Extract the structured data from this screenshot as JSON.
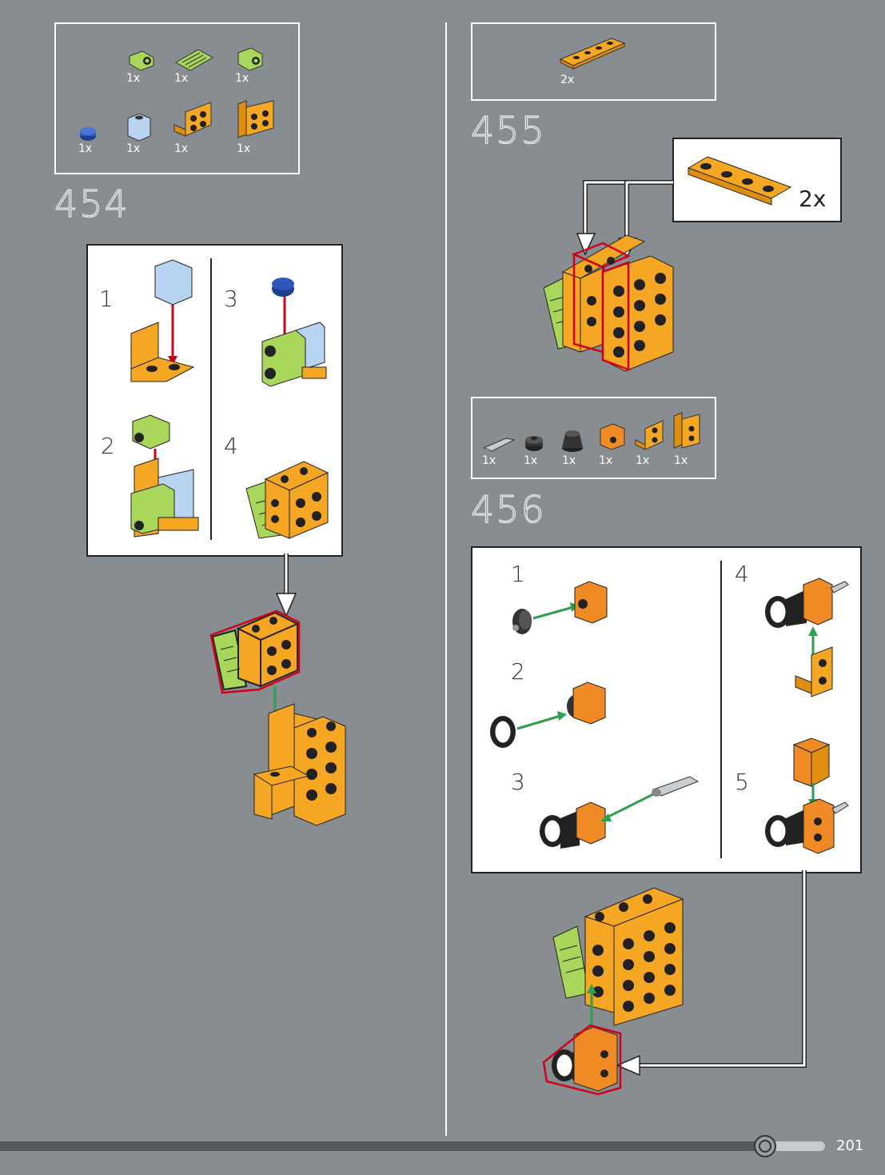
{
  "steps": {
    "s454": {
      "number": "454",
      "parts_qty": [
        "1x",
        "1x",
        "1x",
        "1x",
        "1x",
        "1x",
        "1x"
      ],
      "sub_steps": [
        "1",
        "2",
        "3",
        "4"
      ]
    },
    "s455": {
      "number": "455",
      "parts_qty": [
        "2x"
      ],
      "callout_qty": "2x"
    },
    "s456": {
      "number": "456",
      "parts_qty": [
        "1x",
        "1x",
        "1x",
        "1x",
        "1x",
        "1x"
      ],
      "sub_steps": [
        "1",
        "2",
        "3",
        "4",
        "5"
      ]
    }
  },
  "footer": {
    "page_number": "201"
  },
  "colors": {
    "background": "#878d91",
    "orange": "#f5a623",
    "lime": "#a7d65a",
    "light_blue": "#b9d3f2",
    "dark_blue": "#1e3f8f",
    "arrow_red": "#d0021b",
    "arrow_green": "#2e9e4f"
  },
  "icons": [
    "orange-plate-1x4",
    "lime-bracket",
    "lime-slope-grille",
    "blue-round-plate",
    "light-blue-brick",
    "orange-bracket",
    "axle-pin",
    "black-wheel-hub",
    "black-tire"
  ]
}
